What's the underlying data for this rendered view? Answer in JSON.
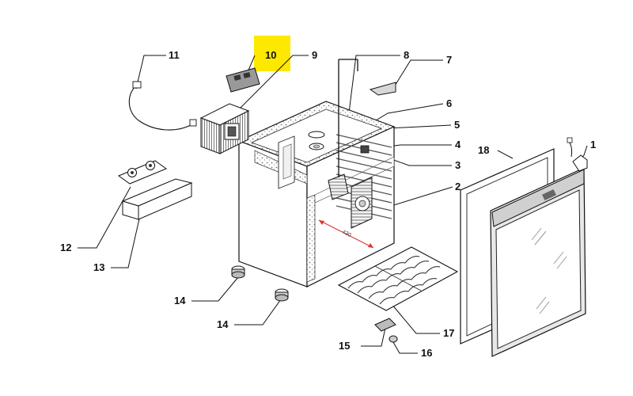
{
  "callouts": [
    {
      "label": "1"
    },
    {
      "label": "2"
    },
    {
      "label": "3"
    },
    {
      "label": "4"
    },
    {
      "label": "5"
    },
    {
      "label": "6"
    },
    {
      "label": "7"
    },
    {
      "label": "8"
    },
    {
      "label": "9"
    },
    {
      "label": "10",
      "highlighted": true
    },
    {
      "label": "11"
    },
    {
      "label": "12"
    },
    {
      "label": "13"
    },
    {
      "label": "14"
    },
    {
      "label": "14"
    },
    {
      "label": "15"
    },
    {
      "label": "16"
    },
    {
      "label": "17"
    },
    {
      "label": "18"
    }
  ],
  "dimension_label": "430",
  "colors": {
    "highlight": "#ffe800",
    "line": "#111111",
    "dimension": "#e03030"
  }
}
